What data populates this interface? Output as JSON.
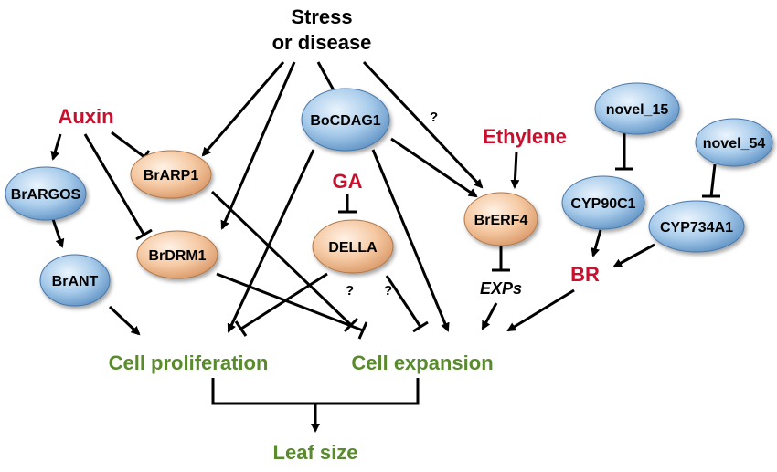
{
  "colors": {
    "signal_red": "#c8102e",
    "outcome_green": "#5a8a2e",
    "node_blue": "#9fc4e6",
    "node_orange": "#f2c29a"
  },
  "stress": {
    "line1": "Stress",
    "line2": "or disease"
  },
  "signals": {
    "auxin": "Auxin",
    "ga": "GA",
    "ethylene": "Ethylene",
    "br": "BR"
  },
  "nodes": {
    "brargos": "BrARGOS",
    "brant": "BrANT",
    "brarp1": "BrARP1",
    "brdrm1": "BrDRM1",
    "bocdag1": "BoCDAG1",
    "della": "DELLA",
    "brerf4": "BrERF4",
    "novel15": "novel_15",
    "novel54": "novel_54",
    "cyp90c1": "CYP90C1",
    "cyp734a1": "CYP734A1"
  },
  "genes": {
    "exps": "EXPs"
  },
  "outcomes": {
    "cell_proliferation": "Cell proliferation",
    "cell_expansion": "Cell expansion",
    "leaf_size": "Leaf size"
  },
  "question_marks": [
    "?",
    "?",
    "?"
  ]
}
